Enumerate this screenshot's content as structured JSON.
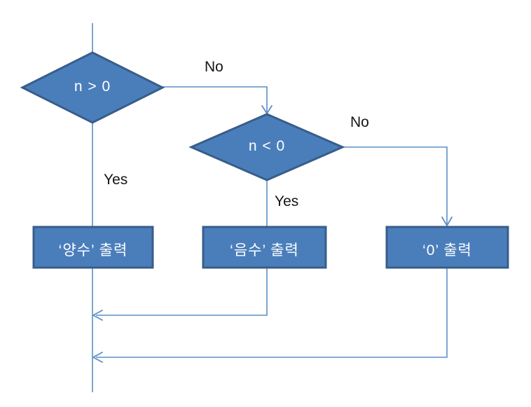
{
  "diagram": {
    "type": "flowchart",
    "title": "",
    "colors": {
      "shape_fill": "#4a7ebb",
      "shape_border": "#385d8a",
      "connector": "#5b8fc4",
      "shape_text": "#ffffff",
      "edge_text": "#151515",
      "background": "#ffffff"
    },
    "decisions": [
      {
        "id": "d1",
        "label": "n > 0"
      },
      {
        "id": "d2",
        "label": "n < 0"
      }
    ],
    "processes": [
      {
        "id": "p1",
        "label": "‘양수’ 출력"
      },
      {
        "id": "p2",
        "label": "‘음수’ 출력"
      },
      {
        "id": "p3",
        "label": "‘0’ 출력"
      }
    ],
    "edge_labels": {
      "d1_no": "No",
      "d1_yes": "Yes",
      "d2_no": "No",
      "d2_yes": "Yes"
    }
  }
}
